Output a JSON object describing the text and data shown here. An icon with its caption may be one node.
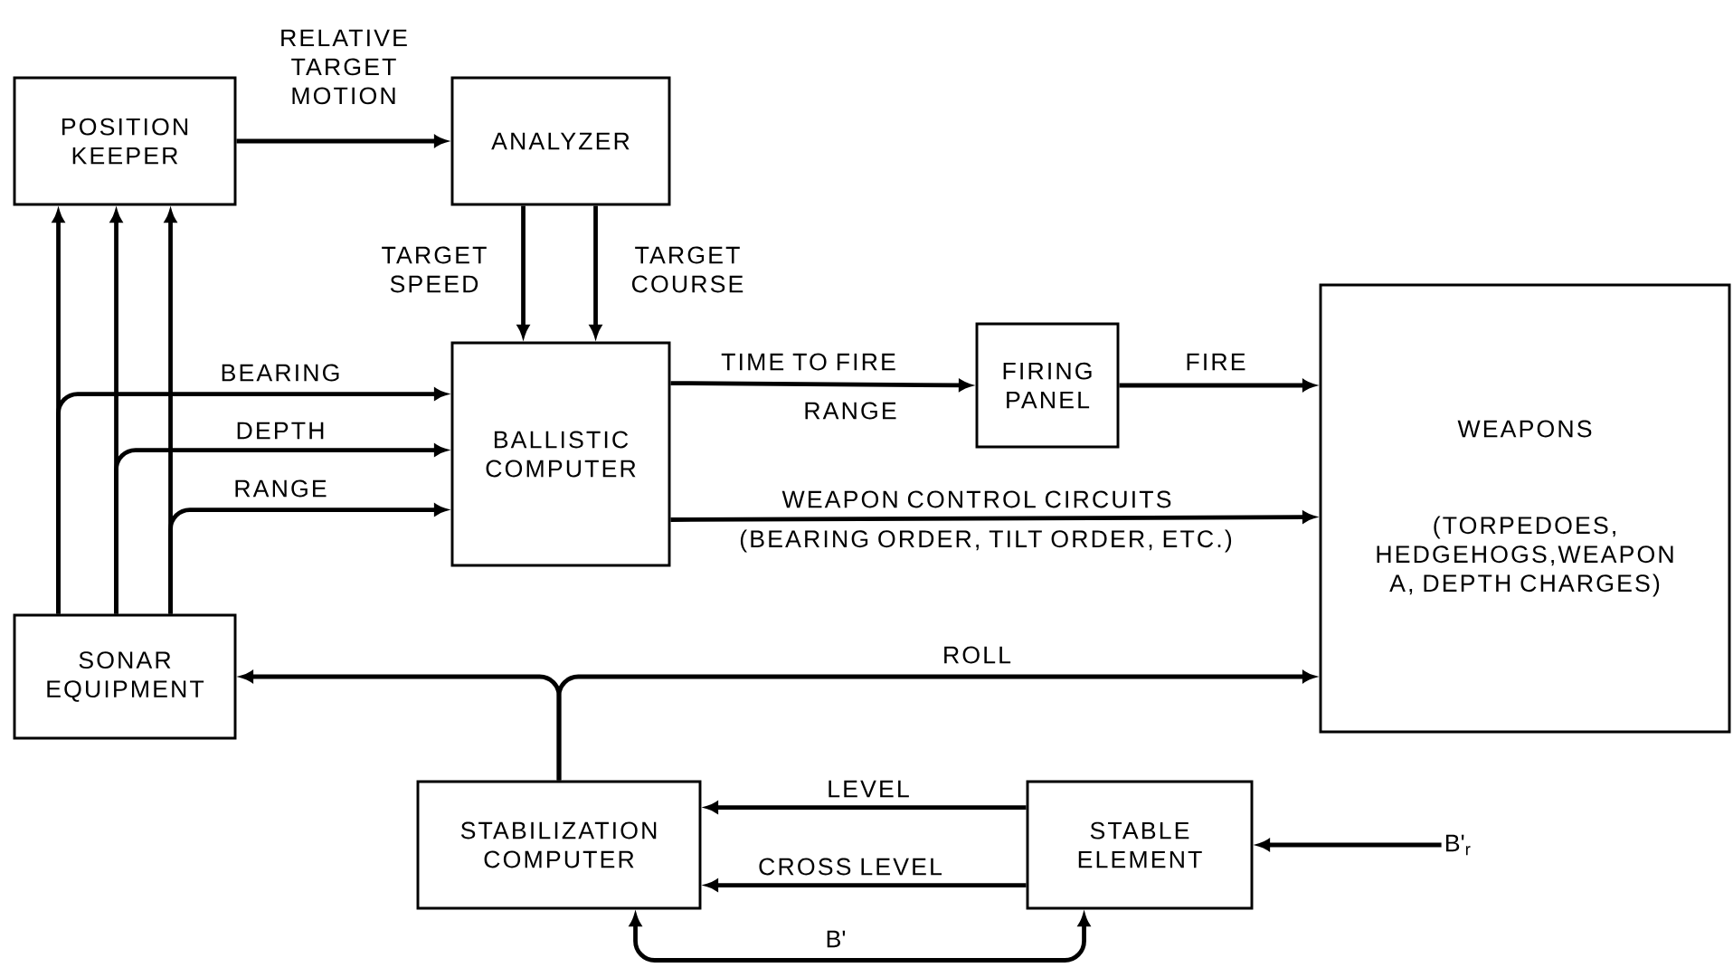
{
  "diagram": {
    "nodes": [
      {
        "text": [
          "POSITION KEEPER"
        ]
      },
      {
        "text": [
          "ANALYZER"
        ]
      },
      {
        "text": [
          "BALLISTIC COMPUTER"
        ]
      },
      {
        "text": [
          "FIRING PANEL"
        ]
      },
      {
        "text": [
          "WEAPONS",
          "(TORPEDOES, HEDGEHOGS,WEAPON A, DEPTH CHARGES)"
        ]
      },
      {
        "text": [
          "SONAR EQUIPMENT"
        ]
      },
      {
        "text": [
          "STABILIZATION COMPUTER"
        ]
      },
      {
        "text": [
          "STABLE ELEMENT"
        ]
      },
      {
        "text": [
          "B'$_{r}$"
        ]
      }
    ],
    "edges": [
      {
        "from": 0,
        "to": 1,
        "arrow": "to",
        "label": "RELATIVE TARGET MOTION"
      },
      {
        "from": 1,
        "to": 2,
        "arrow": "to",
        "label": "TARGET SPEED"
      },
      {
        "from": 1,
        "to": 2,
        "arrow": "to",
        "label": "TARGET COURSE"
      },
      {
        "from": 2,
        "to": 3,
        "arrow": "to",
        "label": "TIME TO FIRE"
      },
      {
        "from": 3,
        "to": 4,
        "arrow": "to",
        "label": "FIRE"
      },
      {
        "from": 2,
        "to": 4,
        "arrow": "to",
        "label": "WEAPON CONTROL CIRCUITS"
      },
      {
        "from": 5,
        "to": 0,
        "arrow": "to"
      },
      {
        "from": 5,
        "to": 0,
        "arrow": "to"
      },
      {
        "from": 5,
        "to": 0,
        "arrow": "to"
      },
      {
        "from": 5,
        "to": 2,
        "arrow": "to",
        "label": "BEARING"
      },
      {
        "from": 5,
        "to": 2,
        "arrow": "to",
        "label": "DEPTH"
      },
      {
        "from": 5,
        "to": 2,
        "arrow": "to",
        "label": "RANGE"
      },
      {
        "from": 6,
        "to": 5,
        "arrow": "to"
      },
      {
        "from": 6,
        "to": 4,
        "arrow": "to",
        "label": "ROLL"
      },
      {
        "from": 7,
        "to": 6,
        "arrow": "to",
        "label": "LEVEL"
      },
      {
        "from": 7,
        "to": 6,
        "arrow": "to",
        "label": "CROSS LEVEL"
      },
      {
        "from": 6,
        "to": 7,
        "arrow": "both",
        "label": "B'"
      },
      {
        "from": 8,
        "to": 7,
        "arrow": "to"
      }
    ],
    "labels": [
      "RANGE",
      "(BEARING ORDER, TILT ORDER, ETC.)"
    ]
  }
}
